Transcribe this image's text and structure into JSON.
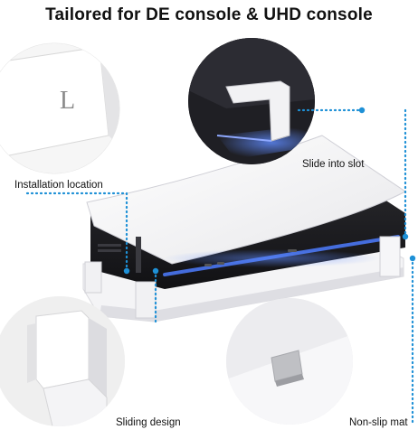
{
  "header": {
    "title": "Tailored for DE console & UHD console"
  },
  "callouts": {
    "installation_location": "Installation location",
    "slide_into_slot": "Slide into slot",
    "sliding_design": "Sliding design",
    "non_slip_mat": "Non-slip mat"
  },
  "marks": {
    "stand_letter": "L"
  },
  "colors": {
    "accent_dotted": "#1e90d6",
    "console_dark": "#1a1a1e",
    "light_glow": "#3a5fe6"
  },
  "icons": [
    "console-illustration",
    "stand-closeup",
    "slot-closeup",
    "sliding-closeup",
    "mat-closeup"
  ]
}
